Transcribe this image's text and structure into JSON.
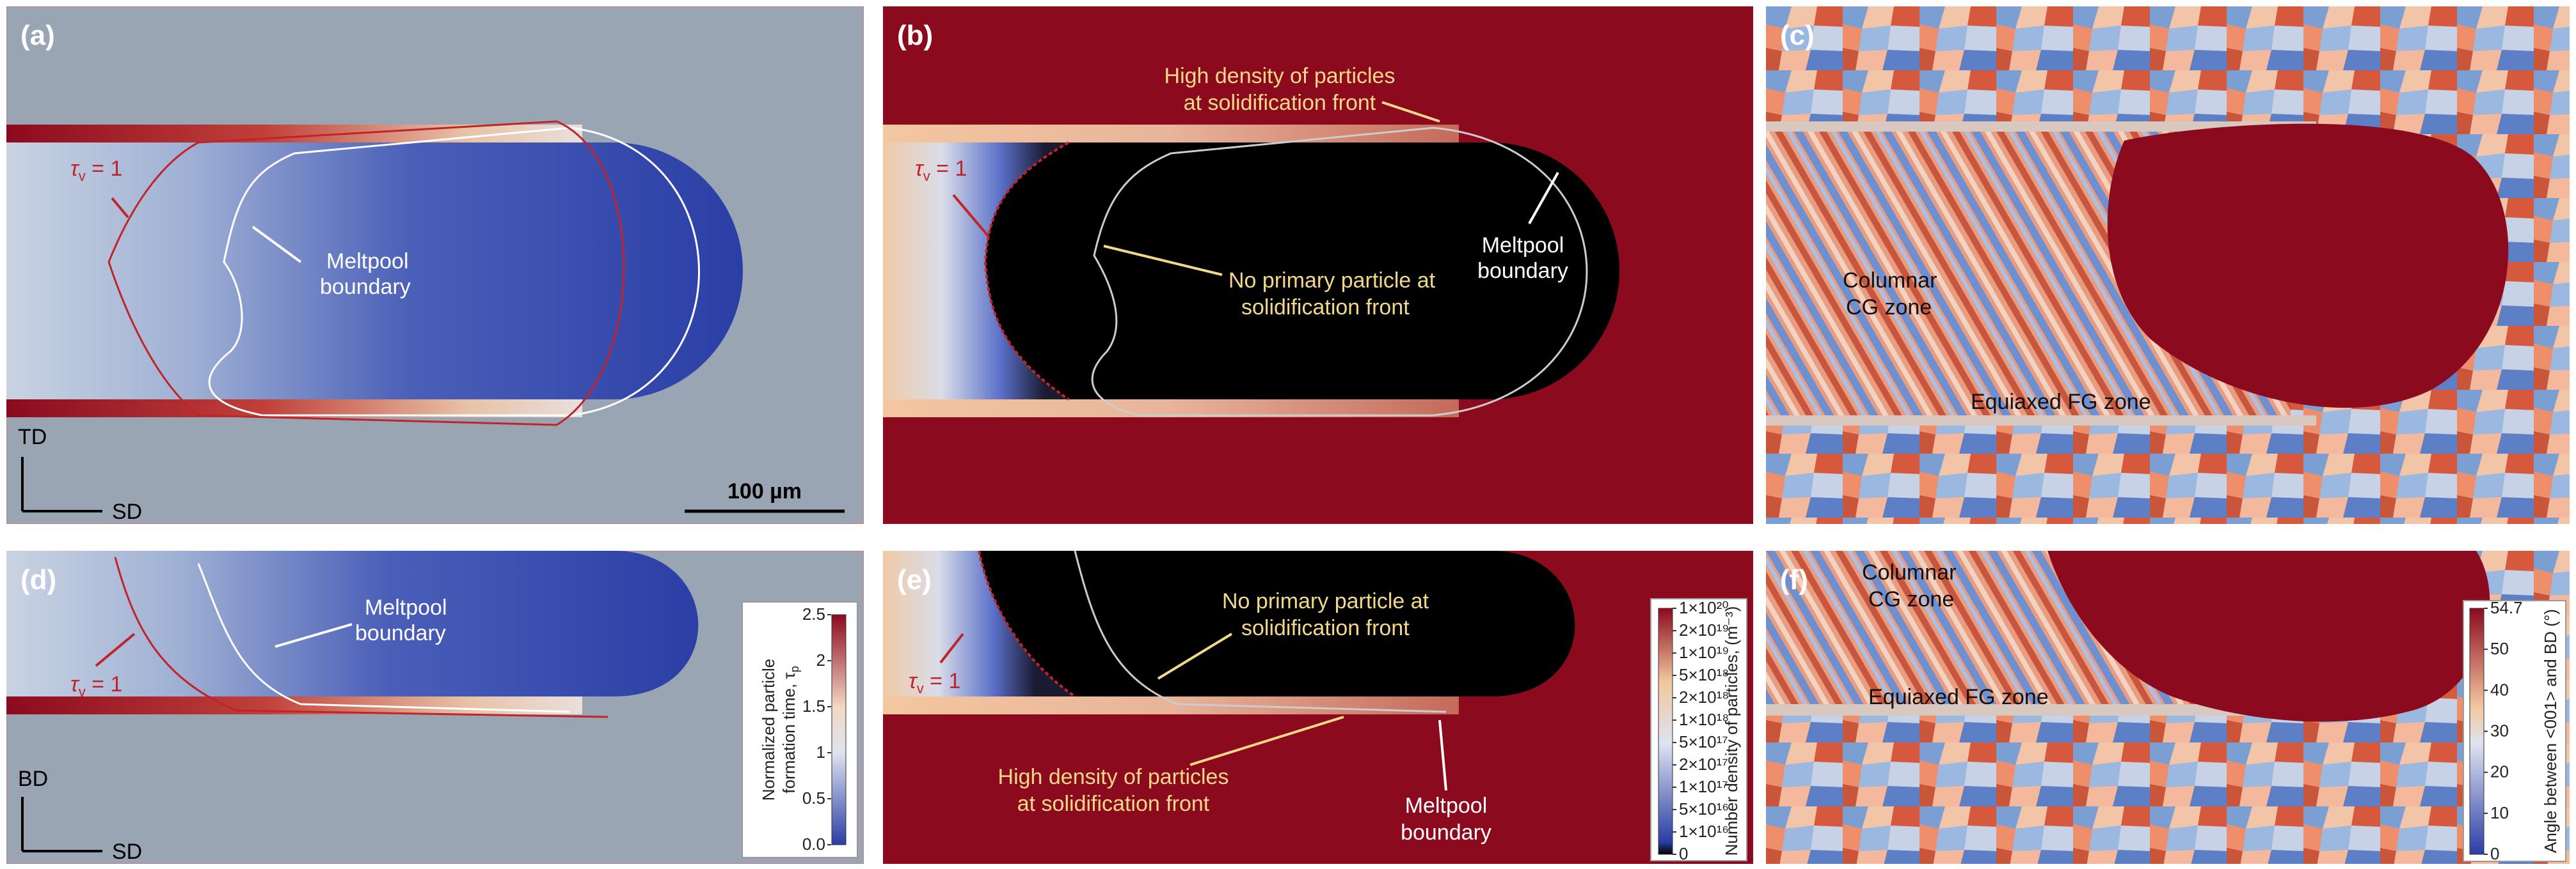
{
  "panels": {
    "a": {
      "label": "(a)",
      "tau_label": "τ",
      "tau_sub": "v",
      "tau_eq": " = 1",
      "meltpool": [
        "Meltpool",
        "boundary"
      ],
      "axis_y": "TD",
      "axis_x": "SD",
      "scalebar": "100 µm"
    },
    "b": {
      "label": "(b)",
      "tau_label": "τ",
      "tau_sub": "v",
      "tau_eq": " = 1",
      "high_density": [
        "High density of particles",
        "at solidification front"
      ],
      "no_primary": [
        "No primary particle at",
        "solidification front"
      ],
      "meltpool": [
        "Meltpool",
        "boundary"
      ]
    },
    "c": {
      "label": "(c)",
      "columnar": [
        "Columnar",
        "CG zone"
      ],
      "equiaxed": "Equiaxed FG zone"
    },
    "d": {
      "label": "(d)",
      "tau_label": "τ",
      "tau_sub": "v",
      "tau_eq": " = 1",
      "meltpool": [
        "Meltpool",
        "boundary"
      ],
      "axis_y": "BD",
      "axis_x": "SD",
      "colorbar": {
        "title": [
          "Normalized particle",
          "formation time, τ"
        ],
        "title_sub": "p",
        "ticks": [
          "2.5",
          "2",
          "1.5",
          "1",
          "0.5",
          "0.0"
        ]
      }
    },
    "e": {
      "label": "(e)",
      "tau_label": "τ",
      "tau_sub": "v",
      "tau_eq": " = 1",
      "no_primary": [
        "No primary particle at",
        "solidification front"
      ],
      "high_density": [
        "High density of particles",
        "at solidification front"
      ],
      "meltpool": [
        "Meltpool",
        "boundary"
      ],
      "colorbar": {
        "title": "Number density of particles, (m⁻³)",
        "ticks": [
          "1×10²⁰",
          "2×10¹⁹",
          "1×10¹⁹",
          "5×10¹⁸",
          "2×10¹⁸",
          "1×10¹⁸",
          "5×10¹⁷",
          "2×10¹⁷",
          "1×10¹⁷",
          "5×10¹⁶",
          "1×10¹⁶",
          "0"
        ]
      }
    },
    "f": {
      "label": "(f)",
      "columnar": [
        "Columnar",
        "CG zone"
      ],
      "equiaxed": "Equiaxed FG zone",
      "colorbar": {
        "title": "Angle between <001> and BD (°)",
        "ticks": [
          "54.7",
          "50",
          "40",
          "30",
          "20",
          "10",
          "0"
        ]
      }
    }
  },
  "colors": {
    "background_a": "#9aa5b3",
    "melt_blue": "#2a3ea6",
    "red": "#8c0a1e",
    "black": "#000000",
    "annotation_yellow": "#f2d98a",
    "annotation_red": "#c0242a"
  }
}
